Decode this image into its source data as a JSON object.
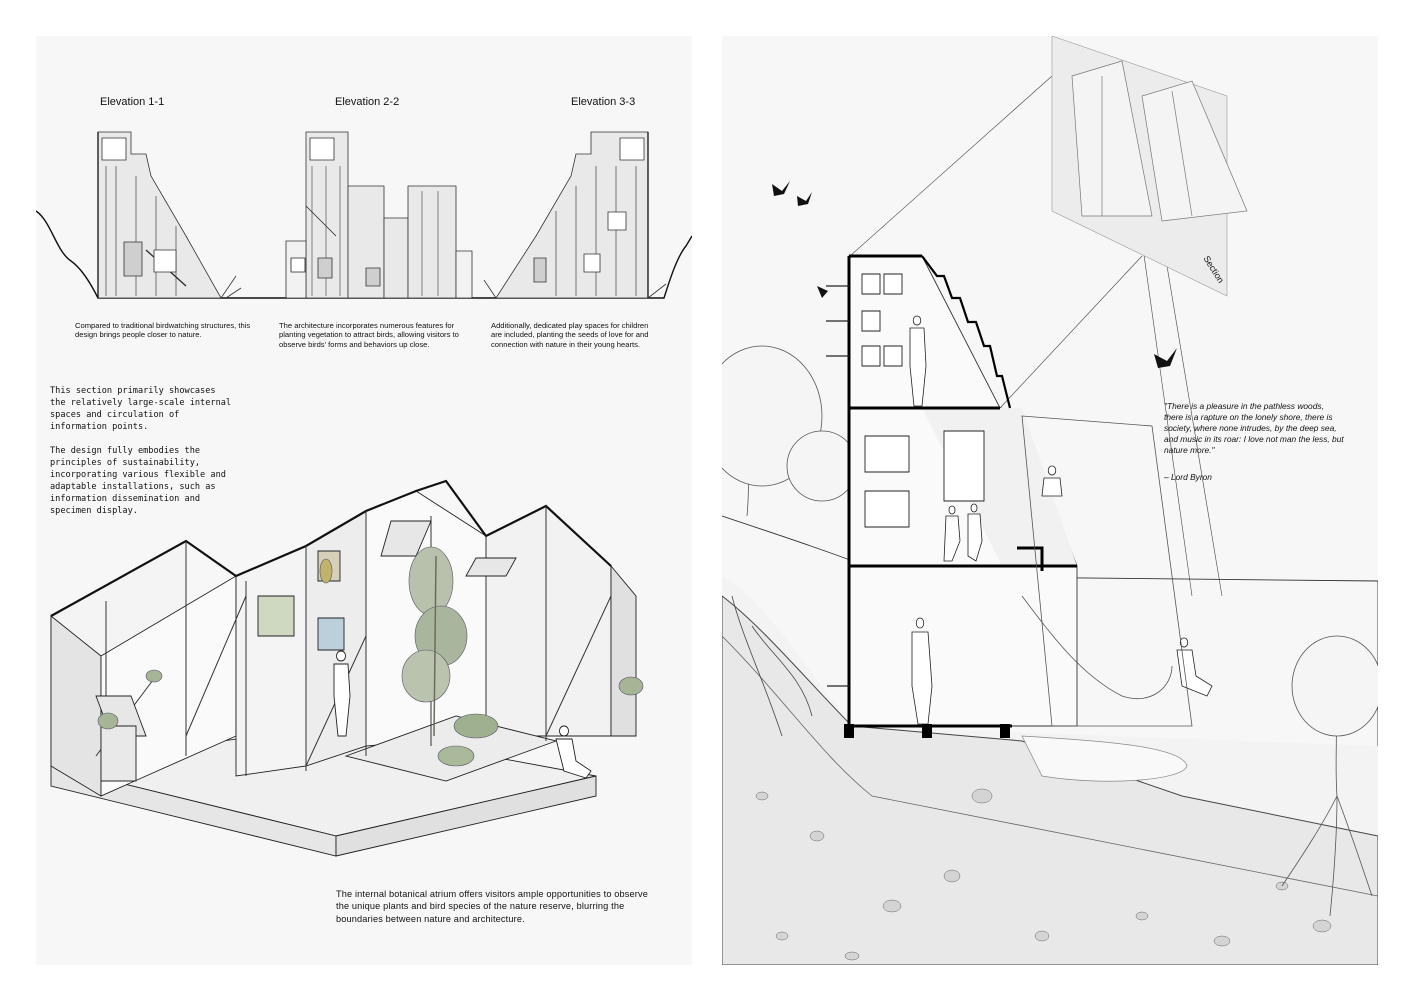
{
  "elevations": [
    {
      "title": "Elevation 1-1",
      "caption": [
        "Compared to traditional birdwatching structures, this",
        "design brings people closer to nature."
      ]
    },
    {
      "title": "Elevation 2-2",
      "caption": [
        "The architecture incorporates numerous features for",
        "planting vegetation to attract birds, allowing visitors to",
        "observe birds' forms and behaviors up close."
      ]
    },
    {
      "title": "Elevation 3-3",
      "caption": [
        "Additionally, dedicated play spaces for children",
        "are included, planting the seeds of love for and",
        "connection with nature in their young hearts."
      ]
    }
  ],
  "section_text": {
    "para1": [
      "This section primarily showcases",
      "the relatively large-scale internal",
      "spaces and circulation of",
      "information points."
    ],
    "para2": [
      "The design fully embodies the",
      "principles of sustainability,",
      "incorporating various flexible and",
      "adaptable installations, such as",
      "information dissemination and",
      "specimen display."
    ]
  },
  "atrium_text": [
    "The internal botanical atrium offers visitors ample opportunities to observe",
    "the unique plants and bird species of the nature reserve, blurring the",
    "boundaries between nature and architecture."
  ],
  "section_label": "Section",
  "quote": {
    "lines": [
      "\"There is a pleasure in the pathless woods,",
      "there is a rapture on the lonely shore, there is",
      "society, where none intrudes, by the deep sea,",
      "and music in its roar: I love not man the less, but",
      "nature more.\""
    ],
    "author": "– Lord Byron"
  }
}
